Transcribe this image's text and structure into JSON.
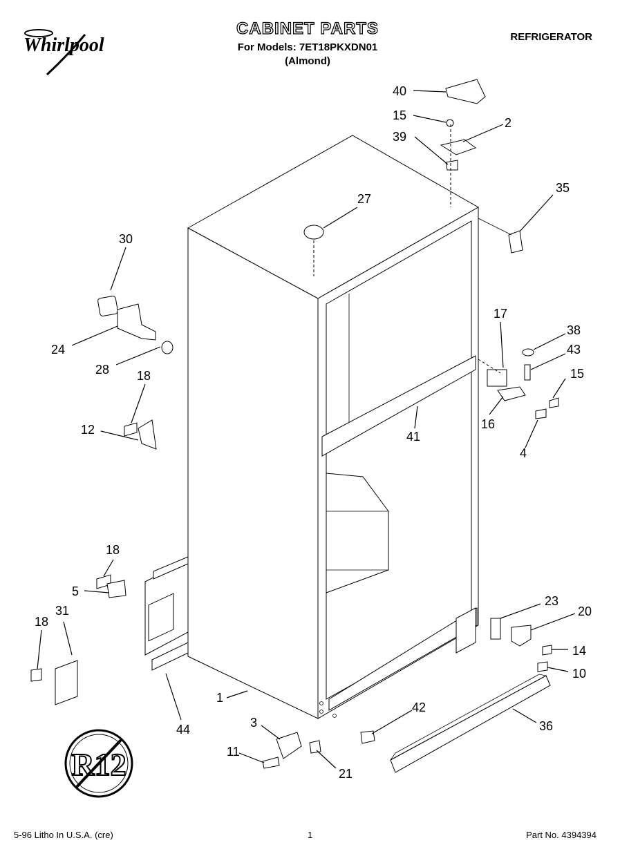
{
  "header": {
    "title": "CABINET PARTS",
    "models": "For Models: 7ET18PKXDN01",
    "color": "(Almond)",
    "appliance": "REFRIGERATOR",
    "brand": "Whirlpool"
  },
  "footer": {
    "litho": "5-96 Litho In U.S.A. (cre)",
    "page": "1",
    "part_no": "Part No. 4394394"
  },
  "badge": {
    "text": "R12"
  },
  "callouts": [
    "40",
    "15",
    "2",
    "39",
    "35",
    "27",
    "30",
    "24",
    "28",
    "18",
    "12",
    "17",
    "38",
    "43",
    "15",
    "16",
    "41",
    "4",
    "18",
    "5",
    "18",
    "31",
    "23",
    "20",
    "14",
    "10",
    "44",
    "1",
    "3",
    "42",
    "36",
    "11",
    "21"
  ]
}
